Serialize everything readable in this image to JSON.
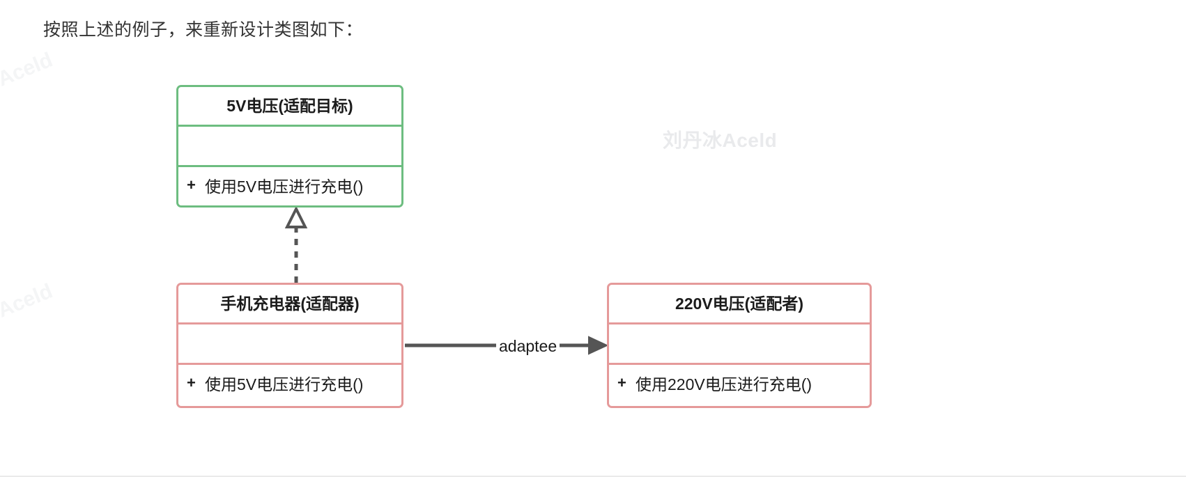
{
  "page": {
    "heading": "按照上述的例子，来重新设计类图如下："
  },
  "watermarks": {
    "center": "刘丹冰Aceld",
    "edge_top": "Aceld",
    "edge_bottom": "Aceld"
  },
  "colors": {
    "target_border": "#6dbd80",
    "adapter_border": "#e59a9a",
    "adaptee_border": "#e59a9a",
    "connector": "#555555",
    "text": "#1b1b1b",
    "background": "#ffffff"
  },
  "diagram": {
    "type": "uml-class-diagram",
    "classes": [
      {
        "id": "target",
        "name": "5V电压(适配目标)",
        "attributes": [],
        "methods": [
          {
            "visibility": "+",
            "signature": "使用5V电压进行充电()"
          }
        ],
        "accent": "green"
      },
      {
        "id": "adapter",
        "name": "手机充电器(适配器)",
        "attributes": [],
        "methods": [
          {
            "visibility": "+",
            "signature": "使用5V电压进行充电()"
          }
        ],
        "accent": "pink"
      },
      {
        "id": "adaptee",
        "name": "220V电压(适配者)",
        "attributes": [],
        "methods": [
          {
            "visibility": "+",
            "signature": "使用220V电压进行充电()"
          }
        ],
        "accent": "pink"
      }
    ],
    "relations": [
      {
        "id": "realization",
        "from": "adapter",
        "to": "target",
        "kind": "realization",
        "line": "dashed",
        "arrowhead": "hollow-triangle",
        "label": ""
      },
      {
        "id": "association",
        "from": "adapter",
        "to": "adaptee",
        "kind": "association",
        "line": "solid",
        "arrowhead": "filled-arrow",
        "label": "adaptee"
      }
    ]
  }
}
